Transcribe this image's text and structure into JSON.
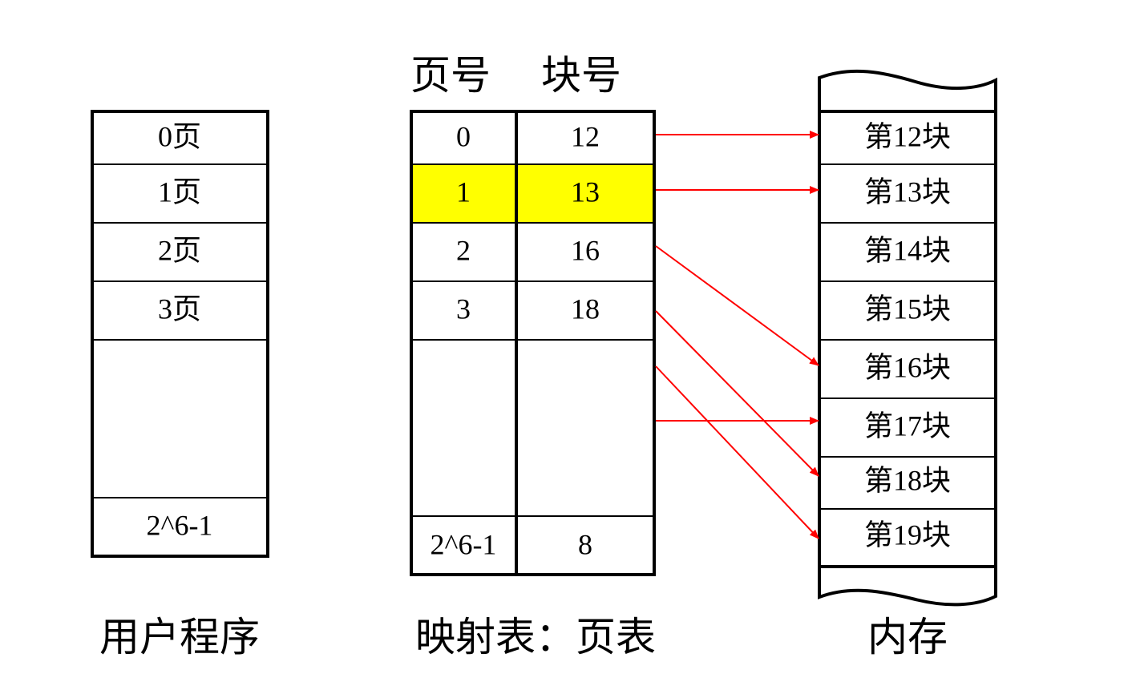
{
  "colors": {
    "highlight": "#ffff00",
    "arrow": "#ff0000",
    "border": "#000000"
  },
  "user_program": {
    "caption": "用户程序",
    "pages": [
      "0页",
      "1页",
      "2页",
      "3页"
    ],
    "last": "2^6-1"
  },
  "page_table": {
    "header_page": "页号",
    "header_block": "块号",
    "caption": "映射表：页表",
    "rows": [
      {
        "page": "0",
        "block": "12",
        "highlight": false
      },
      {
        "page": "1",
        "block": "13",
        "highlight": true
      },
      {
        "page": "2",
        "block": "16",
        "highlight": false
      },
      {
        "page": "3",
        "block": "18",
        "highlight": false
      }
    ],
    "last": {
      "page": "2^6-1",
      "block": "8"
    }
  },
  "memory": {
    "caption": "内存",
    "blocks": [
      "第12块",
      "第13块",
      "第14块",
      "第15块",
      "第16块",
      "第17块",
      "第18块",
      "第19块"
    ]
  }
}
